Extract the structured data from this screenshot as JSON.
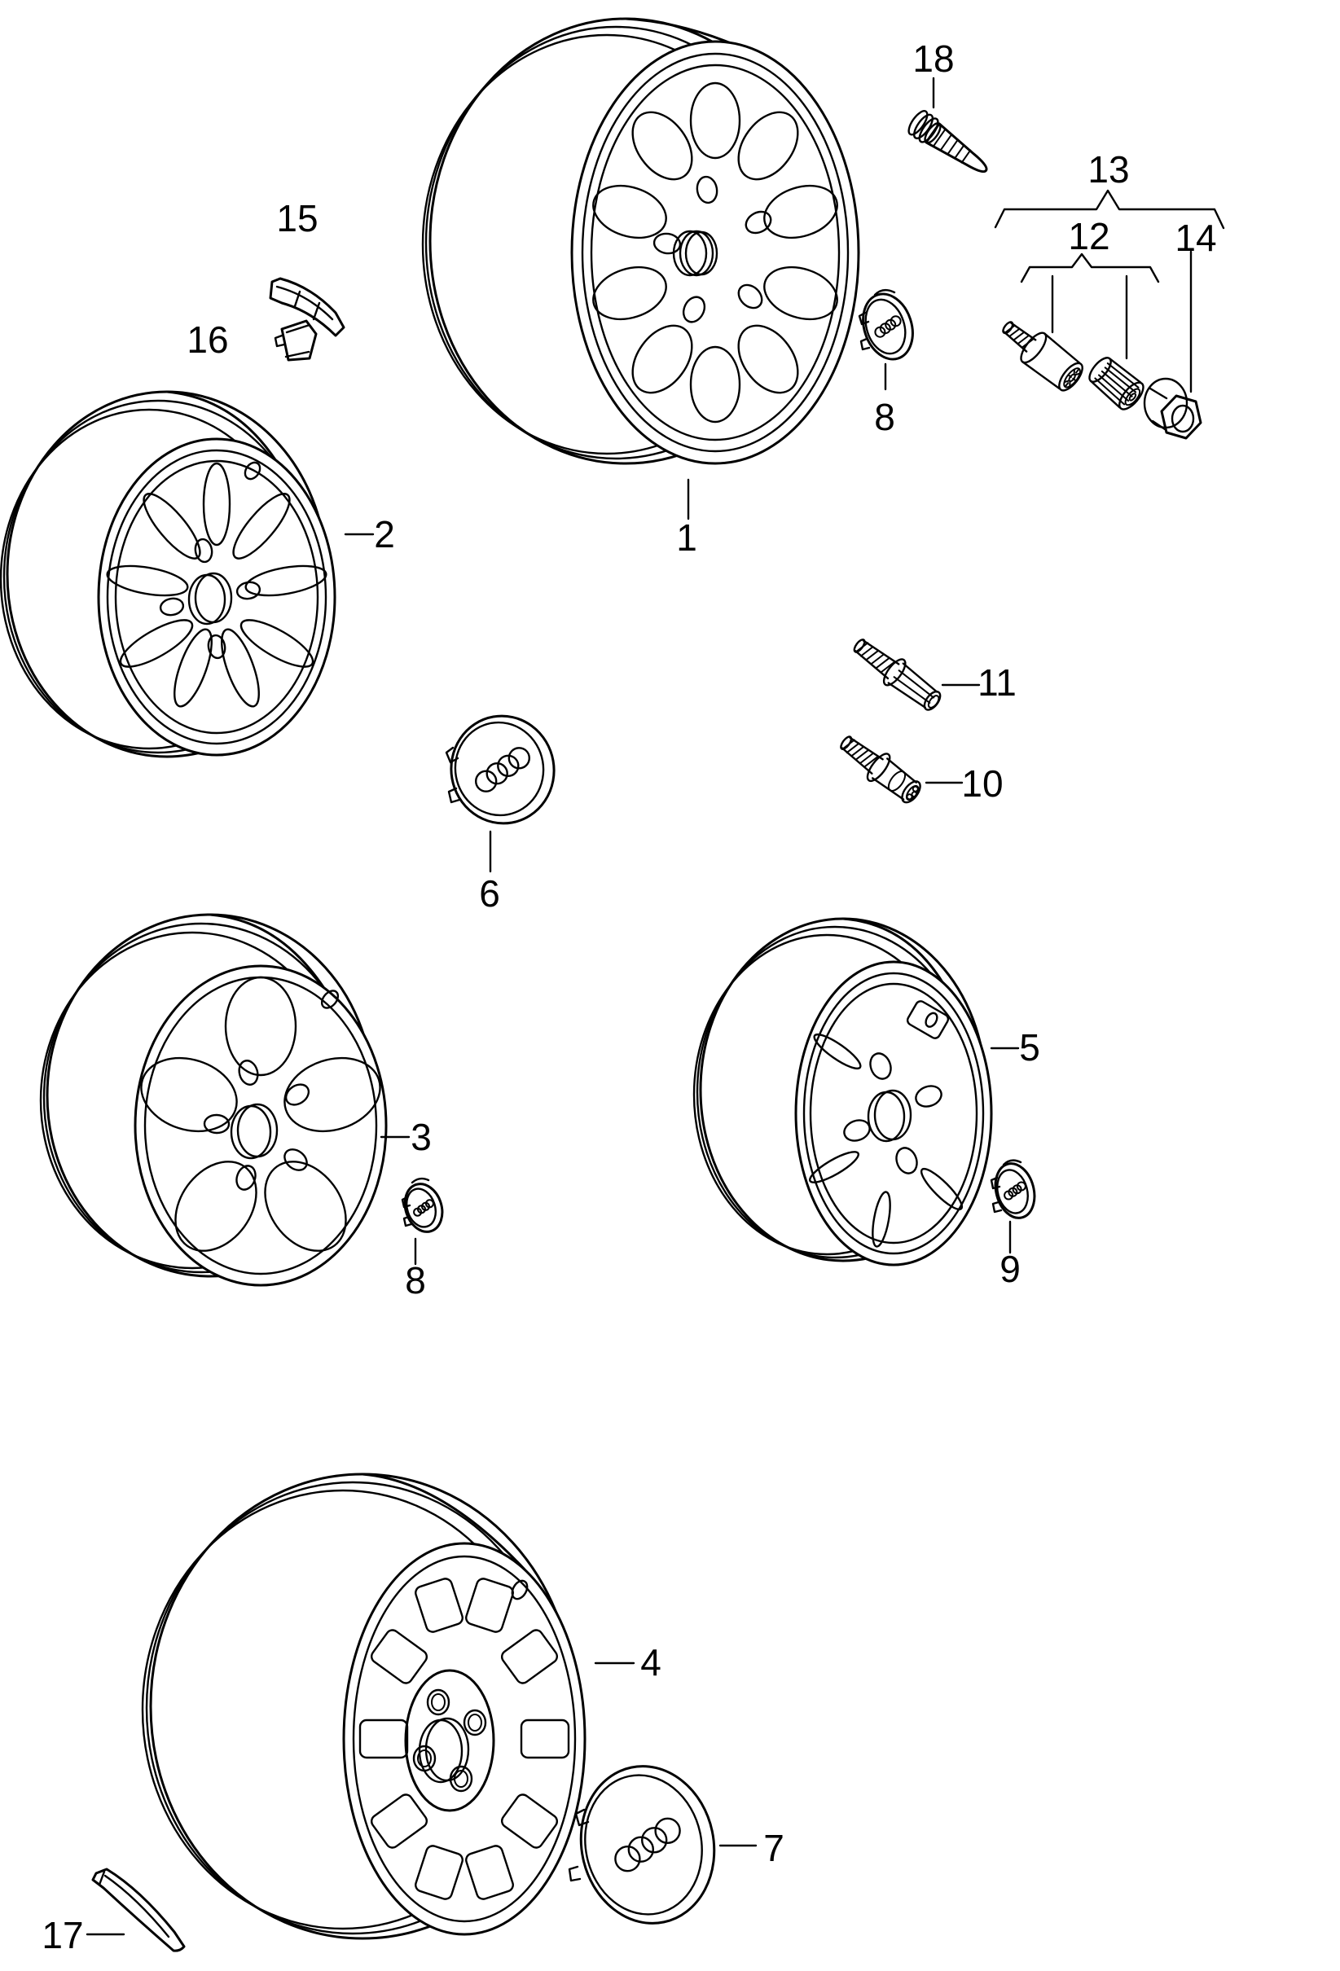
{
  "diagram": {
    "background": "#ffffff",
    "line_color": "#000000",
    "text_color": "#000000",
    "callouts": {
      "c1": {
        "label": "1"
      },
      "c2": {
        "label": "2"
      },
      "c3": {
        "label": "3"
      },
      "c4": {
        "label": "4"
      },
      "c5": {
        "label": "5"
      },
      "c6": {
        "label": "6"
      },
      "c7": {
        "label": "7"
      },
      "c8a": {
        "label": "8"
      },
      "c8b": {
        "label": "8"
      },
      "c9": {
        "label": "9"
      },
      "c10": {
        "label": "10"
      },
      "c11": {
        "label": "11"
      },
      "c12": {
        "label": "12"
      },
      "c13": {
        "label": "13"
      },
      "c14": {
        "label": "14"
      },
      "c15": {
        "label": "15"
      },
      "c16": {
        "label": "16"
      },
      "c17": {
        "label": "17"
      },
      "c18": {
        "label": "18"
      }
    }
  }
}
